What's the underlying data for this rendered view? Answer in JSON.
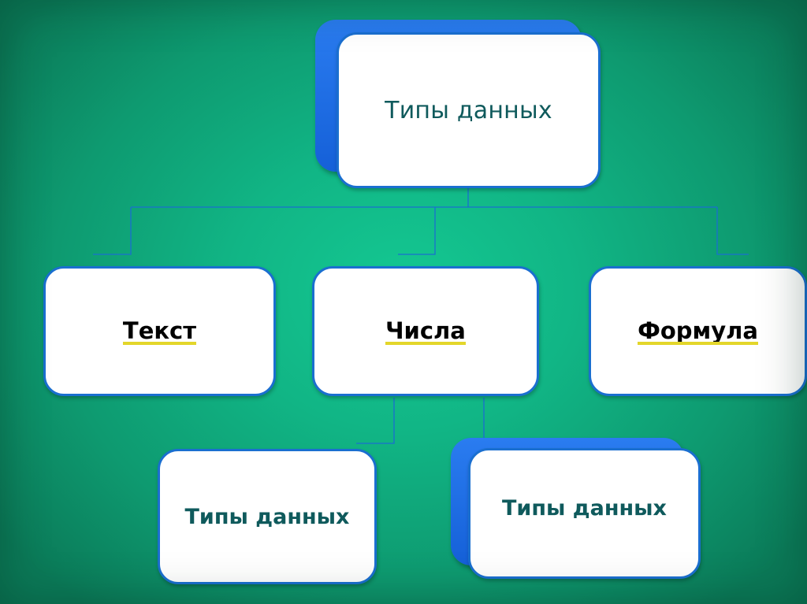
{
  "diagram": {
    "type": "hierarchy",
    "root": {
      "label": "Типы данных"
    },
    "level1": [
      {
        "label": "Текст"
      },
      {
        "label": "Числа"
      },
      {
        "label": "Формула"
      }
    ],
    "level2": [
      {
        "parent": "Числа",
        "label": "Типы данных"
      },
      {
        "parent": "Числа",
        "label": "Типы данных"
      }
    ]
  },
  "colors": {
    "background": "#12b887",
    "node_fill": "#ffffff",
    "node_border": "#1a6fd0",
    "shadow_box": "#1e6ee6",
    "connector": "#1a6fd0",
    "underline": "#e3d62a",
    "text_teal": "#0f5a5c",
    "text_black": "#000000"
  }
}
